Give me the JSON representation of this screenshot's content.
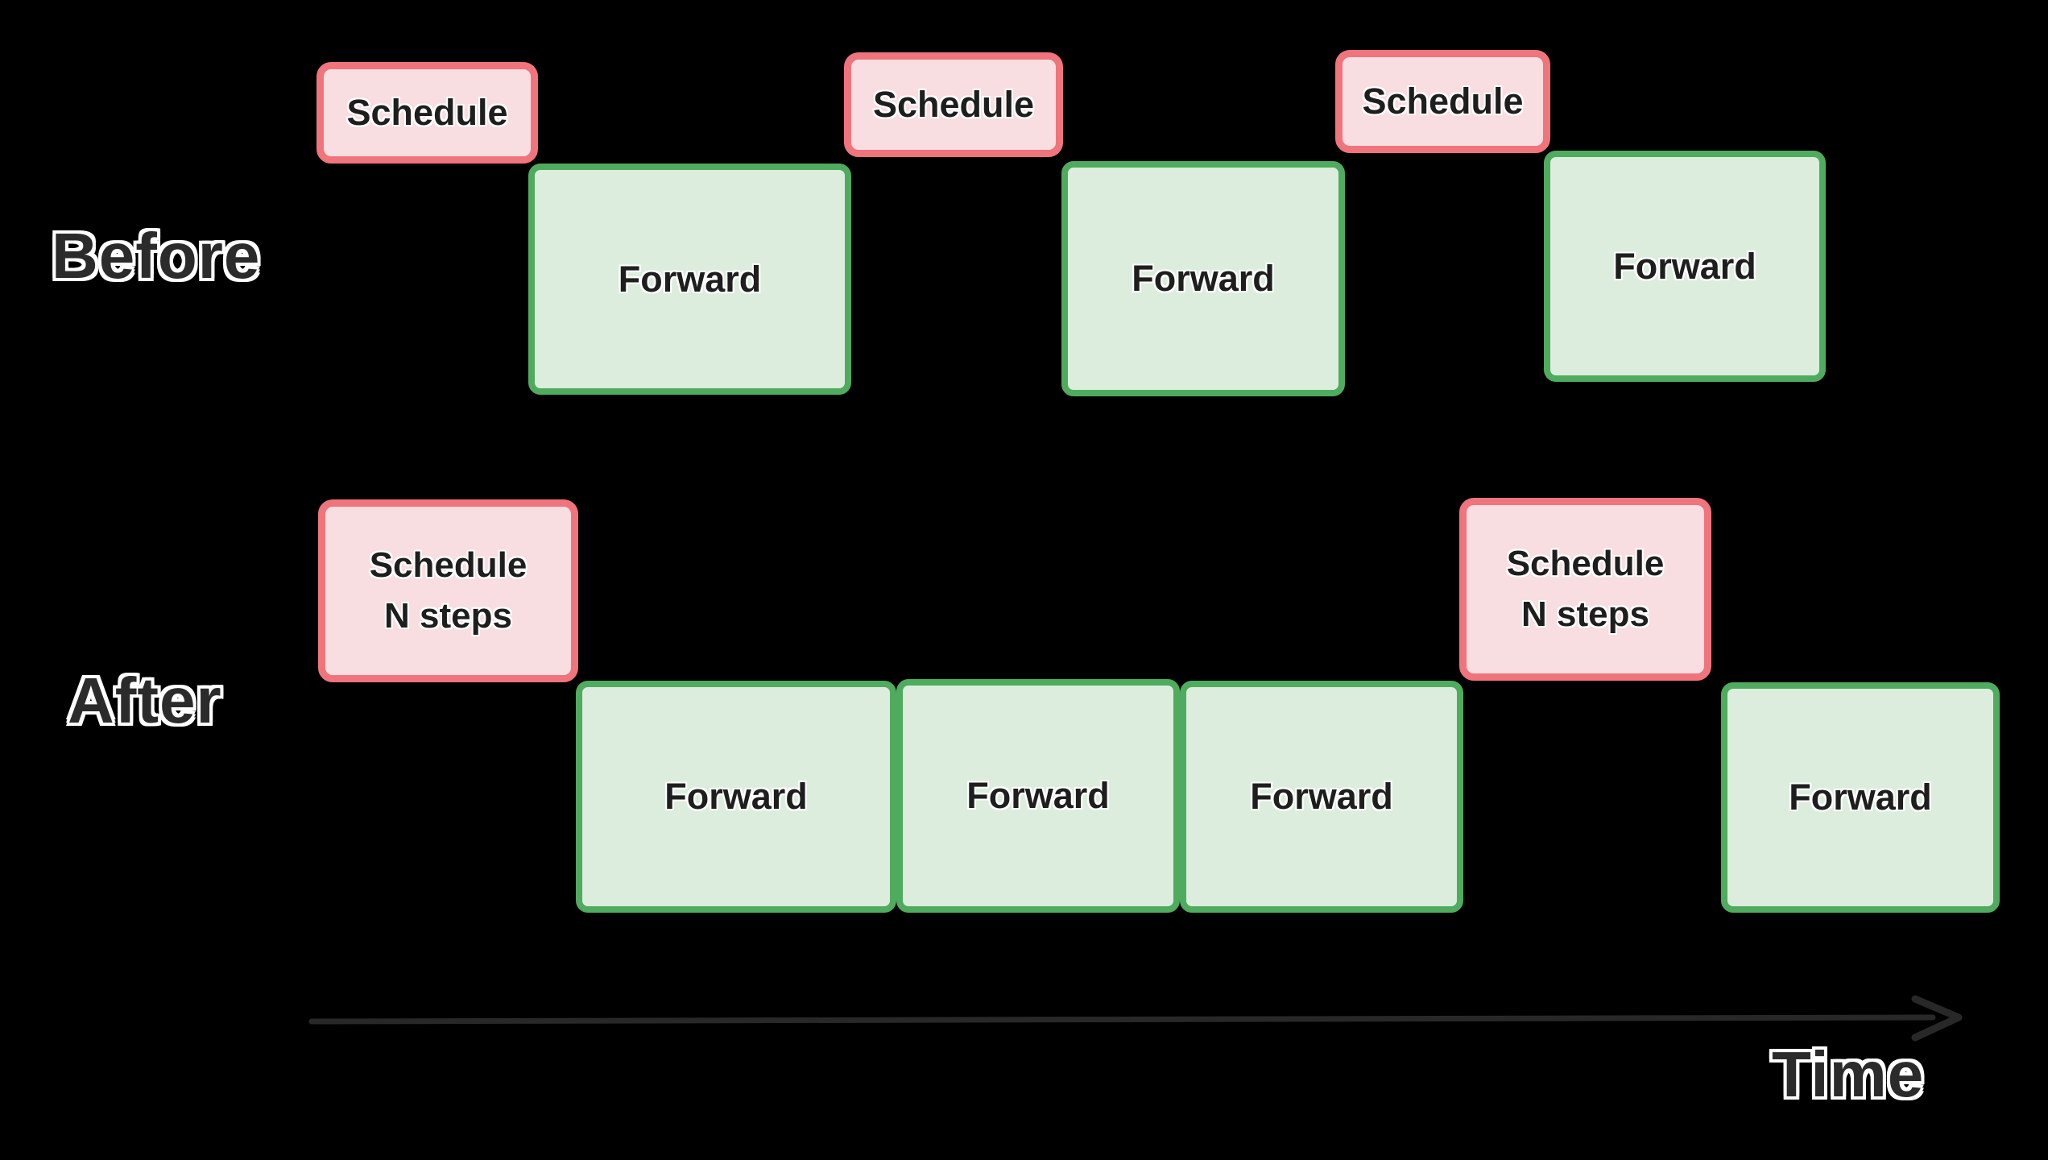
{
  "colors": {
    "background": "#000000",
    "schedule_fill": "#f8dde1",
    "schedule_border": "#f0747c",
    "forward_fill": "#dcedde",
    "forward_border": "#4fab5d",
    "box_text": "#1e1e1e",
    "label_text": "#2b2b2b",
    "label_outline": "#ffffff",
    "arrow": "#282828"
  },
  "labels": {
    "before": "Before",
    "after": "After",
    "time": "Time"
  },
  "before_row": {
    "boxes": [
      {
        "type": "schedule",
        "label": "Schedule"
      },
      {
        "type": "forward",
        "label": "Forward"
      },
      {
        "type": "schedule",
        "label": "Schedule"
      },
      {
        "type": "forward",
        "label": "Forward"
      },
      {
        "type": "schedule",
        "label": "Schedule"
      },
      {
        "type": "forward",
        "label": "Forward"
      }
    ]
  },
  "after_row": {
    "boxes": [
      {
        "type": "schedule",
        "label": "Schedule\nN steps"
      },
      {
        "type": "forward",
        "label": "Forward"
      },
      {
        "type": "forward",
        "label": "Forward"
      },
      {
        "type": "forward",
        "label": "Forward"
      },
      {
        "type": "schedule",
        "label": "Schedule\nN steps"
      },
      {
        "type": "forward",
        "label": "Forward"
      }
    ]
  }
}
